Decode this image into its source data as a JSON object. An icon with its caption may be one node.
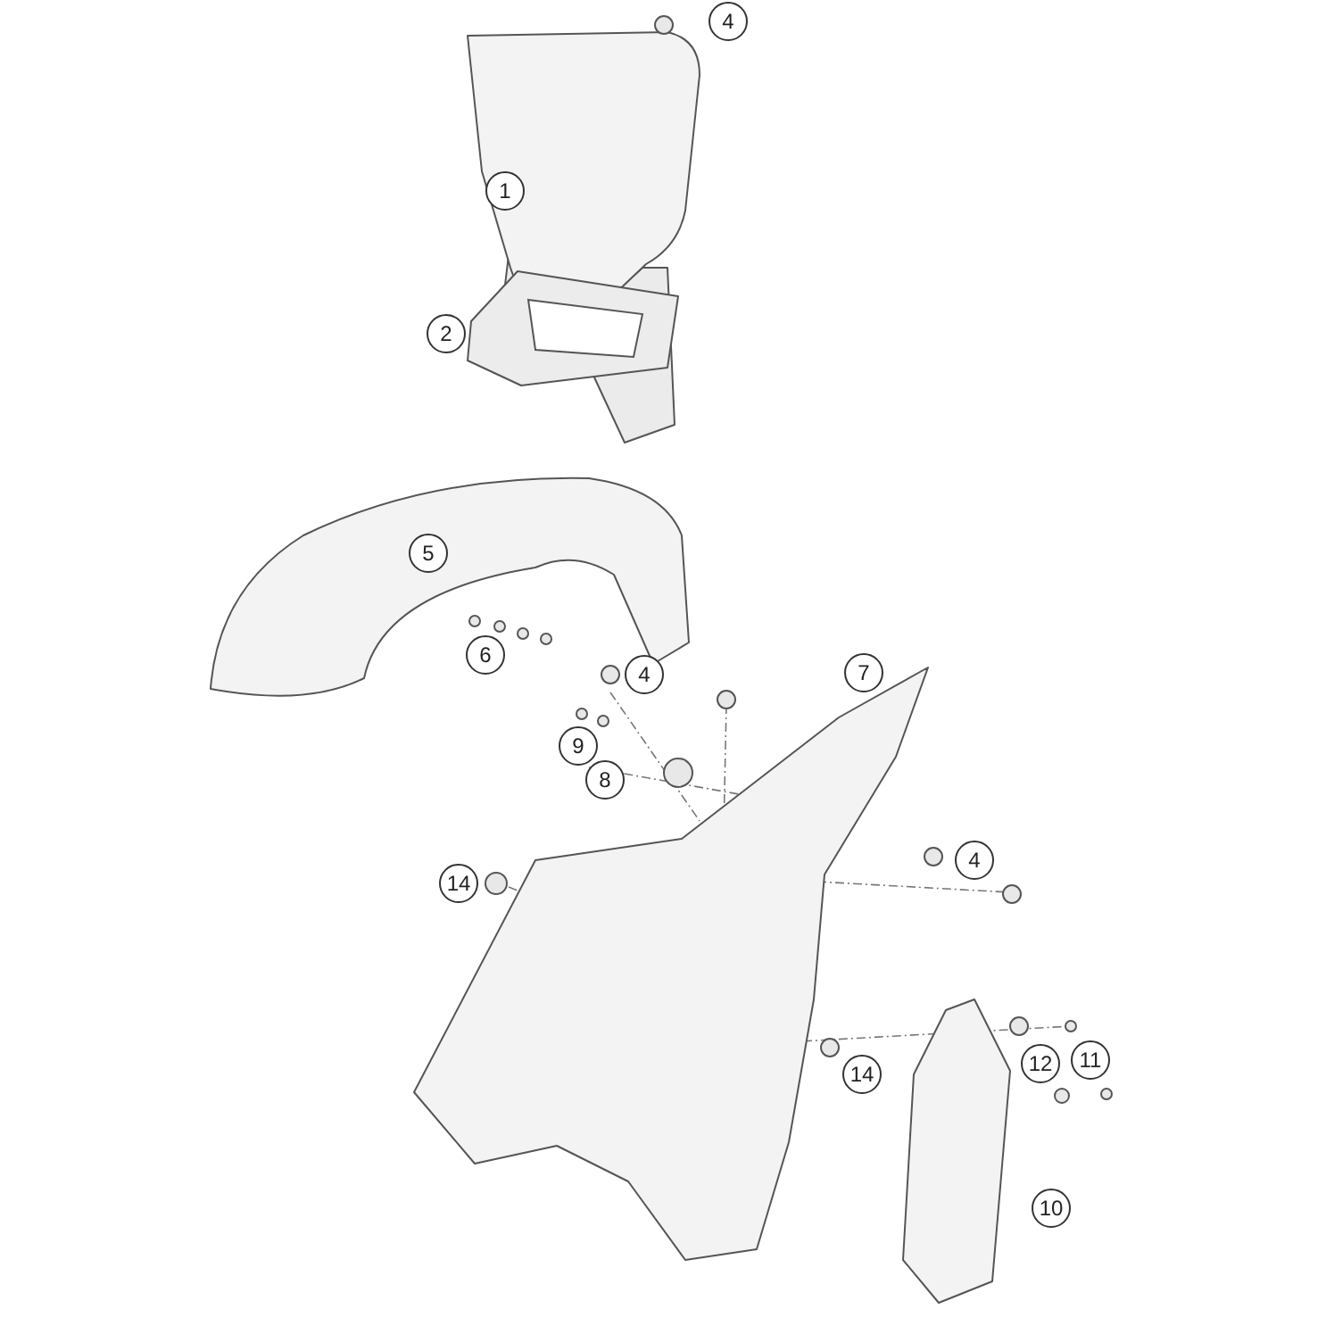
{
  "diagram": {
    "labels": [
      "4",
      "1",
      "2",
      "5",
      "6",
      "4",
      "7",
      "9",
      "8",
      "14",
      "4",
      "14",
      "11",
      "12",
      "10"
    ]
  }
}
